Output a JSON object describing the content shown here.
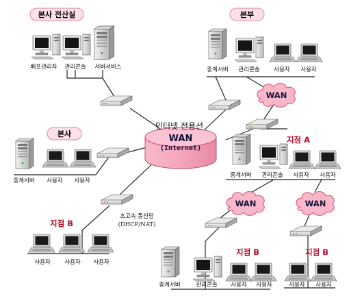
{
  "colors": {
    "pill_fill": "#fde0ea",
    "pill_text": "#111111",
    "site_label": "#b0102a",
    "cloud": "#f9b7ca",
    "cloud_border": "#d0536f",
    "cylinder": "#f6a5bd"
  },
  "core": {
    "title": "인터넷 전용선",
    "wan": "WAN",
    "internet": "(Internet)"
  },
  "wan_cloud_label": "WAN",
  "groups": {
    "hq_datacenter": {
      "label": "본사 전산실",
      "captions": [
        "배포관리자",
        "관리콘솔",
        "서버서비스"
      ]
    },
    "headquarters": {
      "label": "본부",
      "captions": [
        "중계서버",
        "관리콘솔",
        "사용자",
        "사용자"
      ]
    },
    "hq_office": {
      "label": "본사",
      "captions": [
        "중계서버",
        "사용자",
        "사용자"
      ]
    },
    "branch_a": {
      "label": "지점 A",
      "captions": [
        "중계서버",
        "관리콘솔",
        "사용자",
        "사용자"
      ]
    },
    "branch_b_left": {
      "label": "지점 B",
      "captions": [
        "사용자",
        "사용자",
        "사용자"
      ]
    },
    "branch_b_mid": {
      "label": "지점 B",
      "captions": [
        "중계서버",
        "관리콘솔",
        "사용자",
        "사용자"
      ]
    },
    "branch_b_right": {
      "label": "지점 B",
      "captions": [
        "사용자",
        "사용자"
      ]
    }
  },
  "broadband_note": [
    "초고속 통신망",
    "(DHCP/NAT)"
  ],
  "icons": [
    "tower-server-icon",
    "workstation-icon",
    "laptop-icon",
    "router-icon",
    "wan-cloud-icon",
    "internet-cylinder-icon"
  ]
}
